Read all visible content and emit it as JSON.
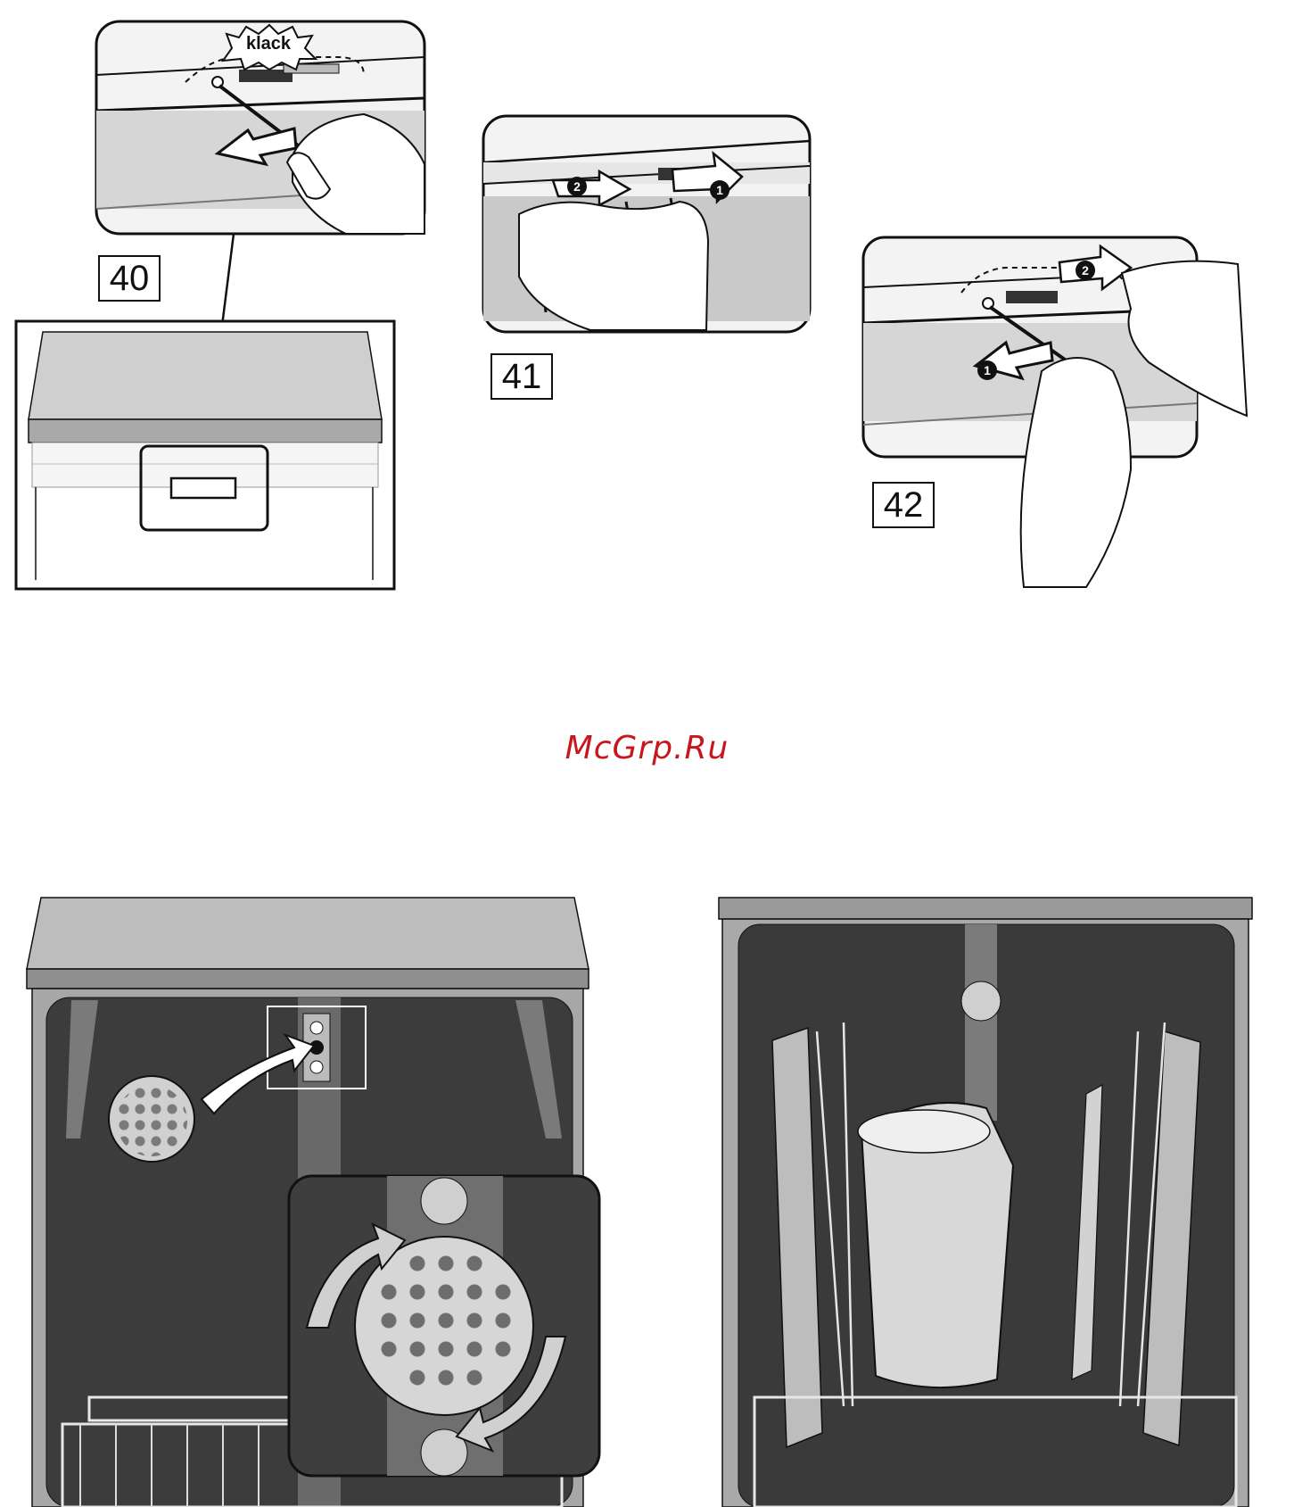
{
  "figures": {
    "fig40": {
      "label": "40",
      "callout": "klack"
    },
    "fig41": {
      "label": "41"
    },
    "fig42": {
      "label": "42"
    }
  },
  "steps": {
    "one": "1",
    "two": "2"
  },
  "watermark": "McGrp.Ru",
  "colors": {
    "ink": "#111111",
    "panel_grey": "#d9d9d9",
    "dark_interior": "#3a3a3a",
    "watermark_red": "#c8161d"
  }
}
